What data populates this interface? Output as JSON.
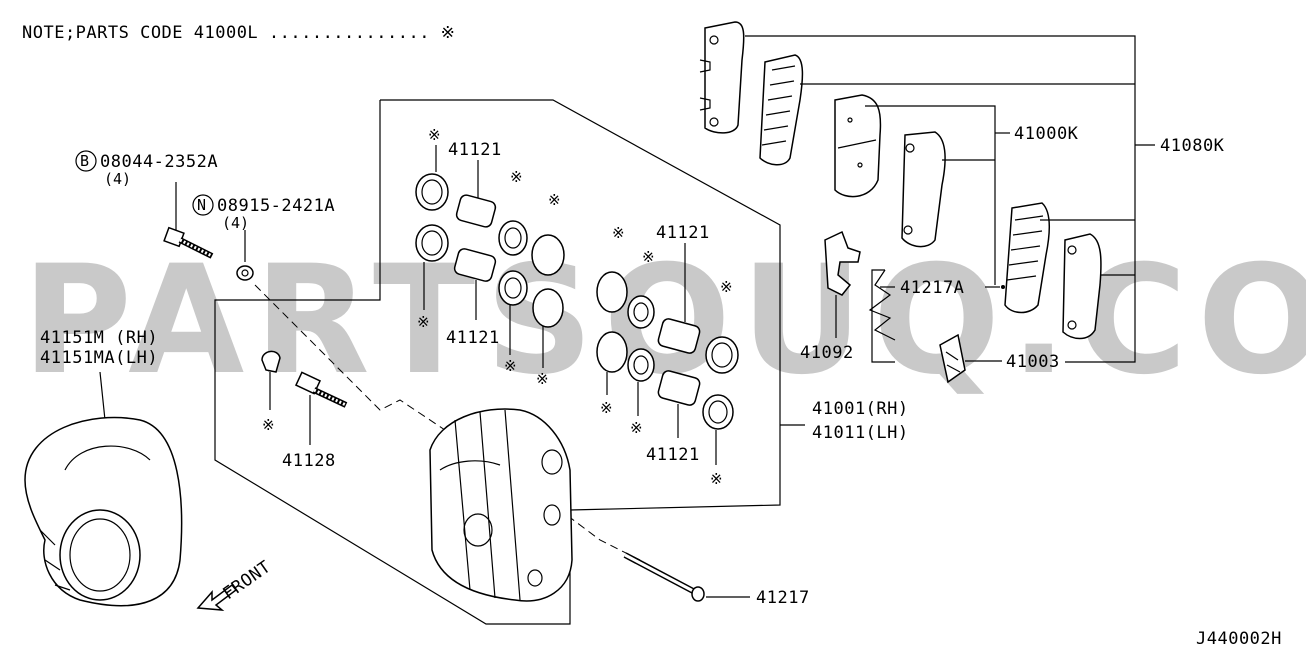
{
  "diagram": {
    "note": "NOTE;PARTS CODE 41000L ............... ※",
    "diagram_code": "J440002H",
    "watermark": "PARTSOUQ.COM",
    "front_label": "FRONT",
    "mark_symbol": "※",
    "bolt": {
      "circle_letter": "B",
      "part_no": "08044-2352A",
      "qty": "(4)"
    },
    "nut": {
      "circle_letter": "N",
      "part_no": "08915-2421A",
      "qty": "(4)"
    },
    "labels": {
      "shield_rh": "41151M (RH)",
      "shield_lh": "41151MA(LH)",
      "bleeder": "41128",
      "seal_top": "41121",
      "seal_mid_left": "41121",
      "piston_top_right": "41121",
      "piston_bottom_right": "41121",
      "caliper_rh": "41001(RH)",
      "caliper_lh": "41011(LH)",
      "pin": "41217",
      "pad_kit": "41000K",
      "pad_set": "41080K",
      "clip_a": "41217A",
      "spring": "41092",
      "shim": "41003"
    }
  }
}
